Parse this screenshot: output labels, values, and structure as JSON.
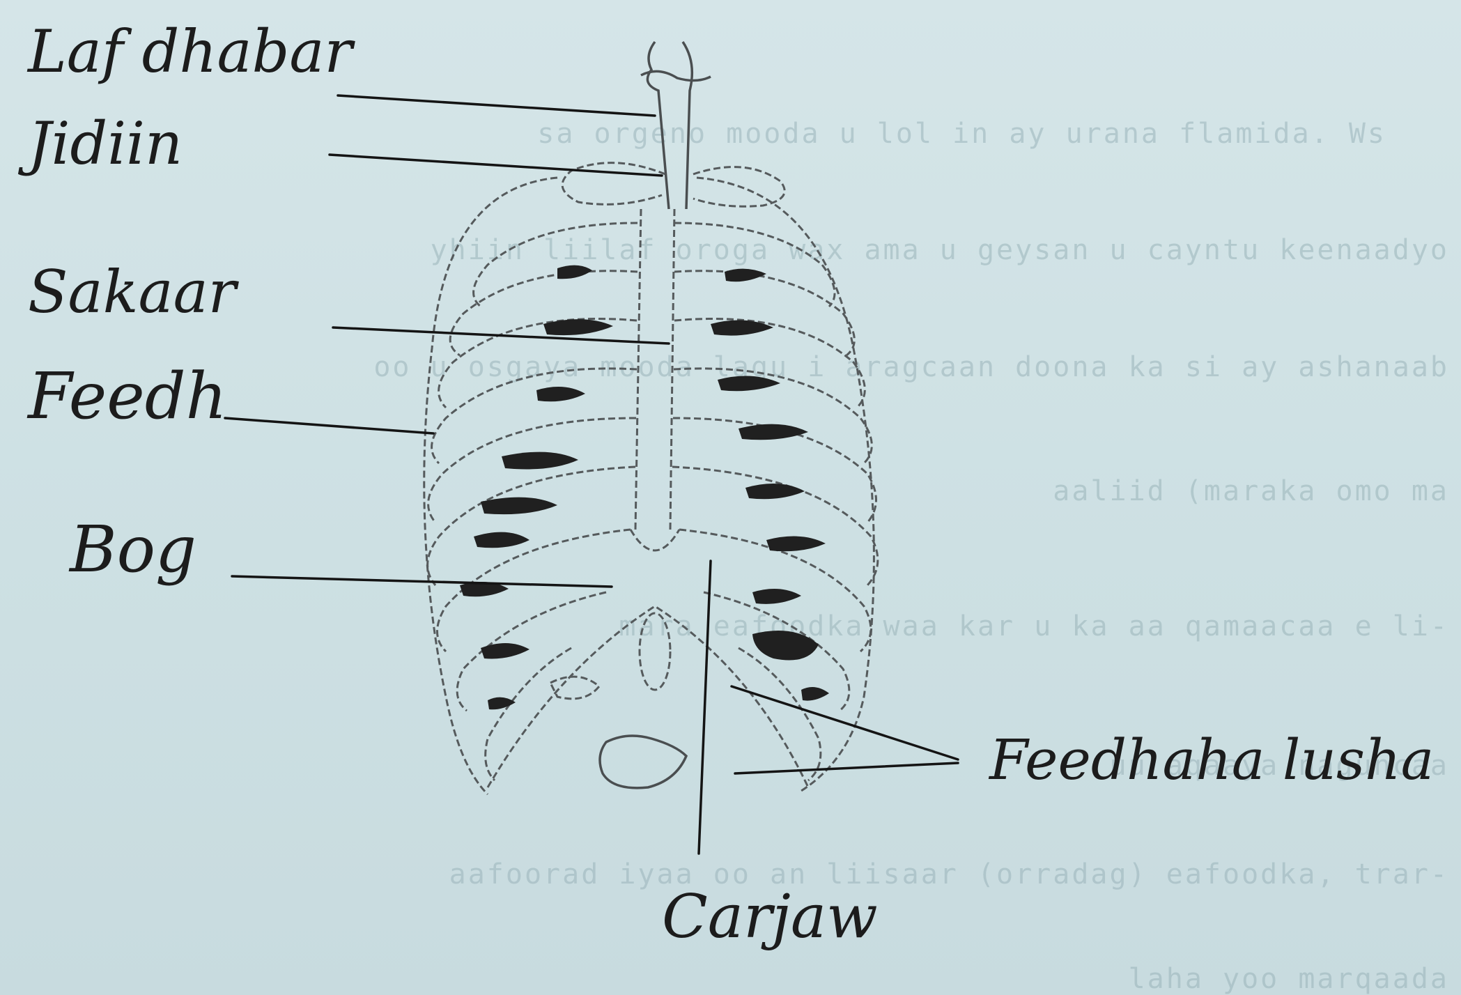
{
  "diagram": {
    "labels": {
      "laf_dhabar": "Laf dhabar",
      "jidiin": "Jidiin",
      "sakaar": "Sakaar",
      "feedh": "Feedh",
      "bog": "Bog",
      "feedhaha_lusha": "Feedhaha lusha",
      "carjaw": "Carjaw"
    },
    "background_text": [
      "sa orgeno mooda u lol in ay urana flamida. Ws",
      "yhiin liilaf oroga    wax ama u geysan u cayntu keenaadyo",
      "oo u osgaya mooda lagu i aragcaan doona ka si ay ashanaab",
      "aaliid (maraka omo ma",
      "mara  eafoodka waa kar u ka aa qamaacaa e li-",
      "                    uu aqaaya naguncaa",
      "aafoorad iyaa oo an liisaar (orradag) eafoodka, trar-",
      "laha yoo marqaada"
    ],
    "colors": {
      "paper": "#cfe0e3",
      "ink": "#141414",
      "faded_type": "#9ab4ba"
    }
  }
}
